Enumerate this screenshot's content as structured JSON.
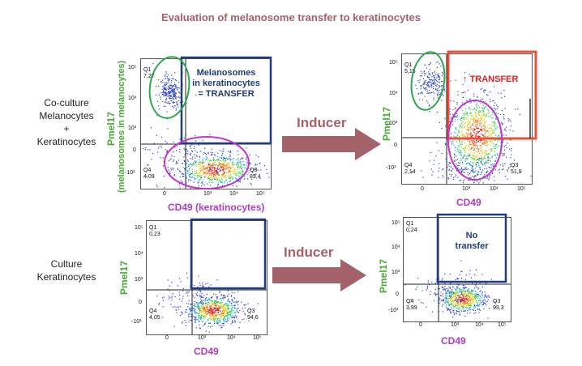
{
  "title": "Evaluation of melanosome transfer to keratinocytes",
  "rows": {
    "coculture": [
      "Co-culture",
      "Melanocytes",
      "+",
      "Keratinocytes"
    ],
    "culture": [
      "Culture",
      "Keratinocytes"
    ]
  },
  "arrow_label": "Inducer",
  "y_axis_label": "Pmel17",
  "y_axis_sublabel": "(melanosomes in melanocytes)",
  "x_axis_label_full": "CD49 (keratinocytes)",
  "x_axis_label": "CD49",
  "gate_transfer_text": [
    "Melanosomes",
    "in keratinocytes",
    "= TRANSFER"
  ],
  "gate_up_transfer": "↑ TRANSFER",
  "gate_no_transfer": [
    "No",
    "transfer"
  ],
  "quadrants": {
    "q1": "Q1",
    "q3": "Q3",
    "q4": "Q4"
  },
  "plots": {
    "a": {
      "q1": "7,27",
      "q3": "83,4",
      "q4": "4,09"
    },
    "b": {
      "q1": "5,15",
      "q3": "51,9",
      "q4": "2,14"
    },
    "c": {
      "q1": "0,23",
      "q3": "94,6",
      "q4": "4,05"
    },
    "d": {
      "q1": "0,24",
      "q3": "93,3",
      "q4": "3,99"
    }
  },
  "ticks": {
    "y": [
      "10⁵",
      "10⁴",
      "10³",
      "0",
      "-10³"
    ],
    "x": [
      "0",
      "10³",
      "10⁴",
      "10⁵"
    ]
  },
  "colors": {
    "title": "#a4626a",
    "green": "#48a834",
    "magenta": "#b03cc8",
    "navy": "#1f3d7a",
    "red_box": "#e8503a",
    "arrow": "#a4626a"
  }
}
